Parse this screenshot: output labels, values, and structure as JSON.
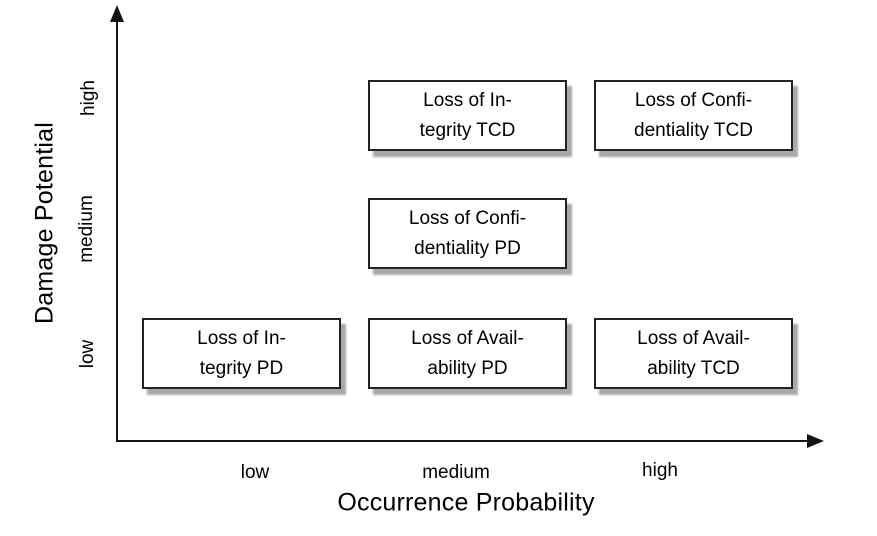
{
  "figure": {
    "background": "#ffffff",
    "axis_color": "#141414",
    "box_fill": "#ffffff",
    "box_border_color": "#222222",
    "box_shadow_color": "#a8a8a8",
    "text_color": "#000000"
  },
  "chart_data": {
    "type": "scatter",
    "title": "",
    "xlabel": "Occurrence Probability",
    "ylabel": "Damage Potential",
    "x_ticks": [
      "low",
      "medium",
      "high"
    ],
    "y_ticks": [
      "low",
      "medium",
      "high"
    ],
    "grid": false,
    "legend": false,
    "points": [
      {
        "label": "Loss of Integrity TCD",
        "x": "medium",
        "y": "high",
        "line1": "Loss of In-",
        "line2": "tegrity TCD"
      },
      {
        "label": "Loss of Confidentiality TCD",
        "x": "high",
        "y": "high",
        "line1": "Loss of Confi-",
        "line2": "dentiality TCD"
      },
      {
        "label": "Loss of Confidentiality PD",
        "x": "medium",
        "y": "medium",
        "line1": "Loss of Confi-",
        "line2": "dentiality PD"
      },
      {
        "label": "Loss of Integrity PD",
        "x": "low",
        "y": "low",
        "line1": "Loss of In-",
        "line2": "tegrity PD"
      },
      {
        "label": "Loss of Availability PD",
        "x": "medium",
        "y": "low",
        "line1": "Loss of Avail-",
        "line2": "ability PD"
      },
      {
        "label": "Loss of Availability TCD",
        "x": "high",
        "y": "low",
        "line1": "Loss of Avail-",
        "line2": "ability TCD"
      }
    ]
  }
}
